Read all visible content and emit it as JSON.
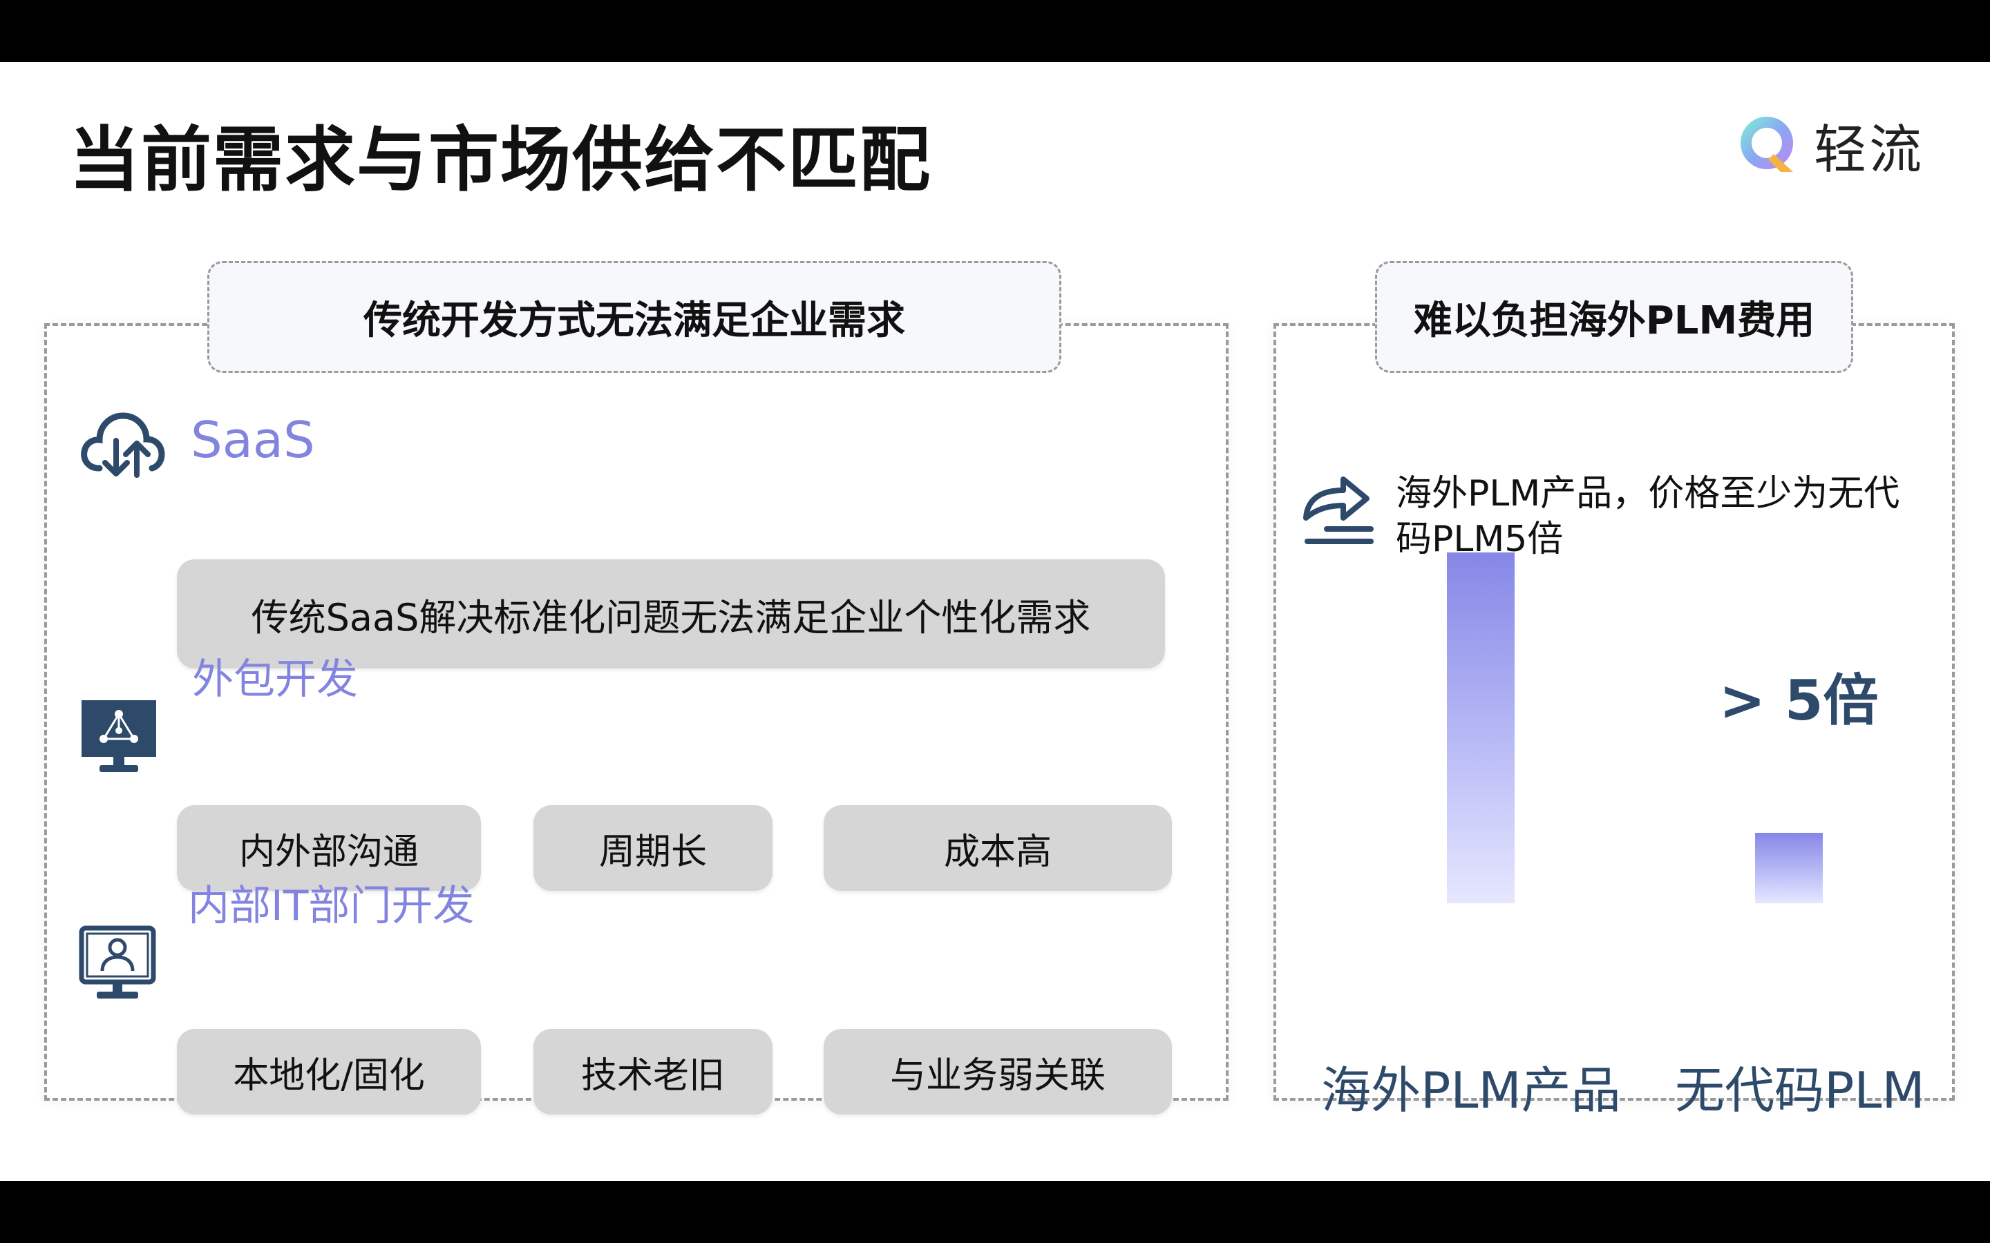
{
  "title": "当前需求与市场供给不匹配",
  "brand": {
    "name": "轻流"
  },
  "left_panel": {
    "header": "传统开发方式无法满足企业需求",
    "saas": {
      "label": "SaaS",
      "icon": "cloud-sync-icon",
      "desc": "传统SaaS解决标准化问题无法满足企业个性化需求"
    },
    "outsourcing": {
      "label": "外包开发",
      "icon": "network-monitor-icon",
      "items": [
        "内外部沟通",
        "周期长",
        "成本高"
      ]
    },
    "internal_it": {
      "label": "内部IT部门开发",
      "icon": "user-monitor-icon",
      "items": [
        "本地化/固化",
        "技术老旧",
        "与业务弱关联"
      ]
    }
  },
  "right_panel": {
    "header": "难以负担海外PLM费用",
    "icon": "share-arrow-icon",
    "note": "海外PLM产品，价格至少为无代码PLM5倍",
    "ratio_label": "> 5倍"
  },
  "chart_data": {
    "type": "bar",
    "categories": [
      "海外PLM产品",
      "无代码PLM"
    ],
    "values": [
      5,
      1
    ],
    "ylim": [
      0,
      5
    ],
    "grid": false,
    "colors": {
      "top": "#8687e6",
      "bottom": "#e6e7fe"
    }
  },
  "colors": {
    "accent": "#8284e0",
    "dark": "#2e4a6b",
    "pill": "#d6d6d6"
  }
}
